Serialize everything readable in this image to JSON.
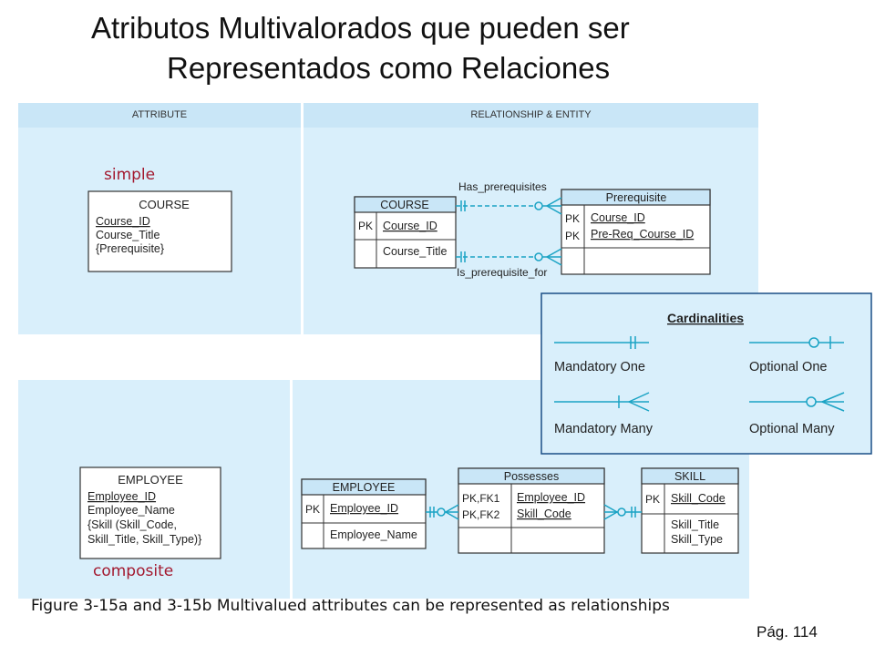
{
  "title": {
    "line1": "Atributos Multivalorados que pueden ser",
    "line2": "Representados como Relaciones"
  },
  "headers": {
    "attribute": "ATTRIBUTE",
    "relationship": "RELATIONSHIP & ENTITY"
  },
  "labels": {
    "simple": "simple",
    "composite": "composite"
  },
  "simple_attr": {
    "entity": "COURSE",
    "attrs": [
      "Course_ID",
      "Course_Title",
      "{Prerequisite}"
    ]
  },
  "course_rel": {
    "course": {
      "name": "COURSE",
      "pk": "PK",
      "pk_attr": "Course_ID",
      "attr": "Course_Title"
    },
    "prereq": {
      "name": "Prerequisite",
      "pk1": "PK",
      "pk2": "PK",
      "attr1": "Course_ID",
      "attr2": "Pre-Req_Course_ID"
    },
    "rel_top": "Has_prerequisites",
    "rel_bottom": "Is_prerequisite_for"
  },
  "composite_attr": {
    "entity": "EMPLOYEE",
    "attrs": [
      "Employee_ID",
      "Employee_Name",
      "{Skill (Skill_Code,",
      "Skill_Title, Skill_Type)}"
    ]
  },
  "emp_rel": {
    "employee": {
      "name": "EMPLOYEE",
      "pk": "PK",
      "pk_attr": "Employee_ID",
      "attr": "Employee_Name"
    },
    "possesses": {
      "name": "Possesses",
      "k1": "PK,FK1",
      "k2": "PK,FK2",
      "a1": "Employee_ID",
      "a2": "Skill_Code"
    },
    "skill": {
      "name": "SKILL",
      "pk": "PK",
      "pk_attr": "Skill_Code",
      "a1": "Skill_Title",
      "a2": "Skill_Type"
    }
  },
  "legend": {
    "title": "Cardinalities",
    "mand_one": "Mandatory One",
    "opt_one": "Optional One",
    "mand_many": "Mandatory Many",
    "opt_many": "Optional Many"
  },
  "caption": "Figure 3-15a and 3-15b Multivalued attributes can be represented as relationships",
  "page": "Pág. 114",
  "colors": {
    "panel": "#d9effb",
    "connector": "#1aa3c4",
    "accent_label": "#a3192f",
    "legend_border": "#1a4f86"
  }
}
